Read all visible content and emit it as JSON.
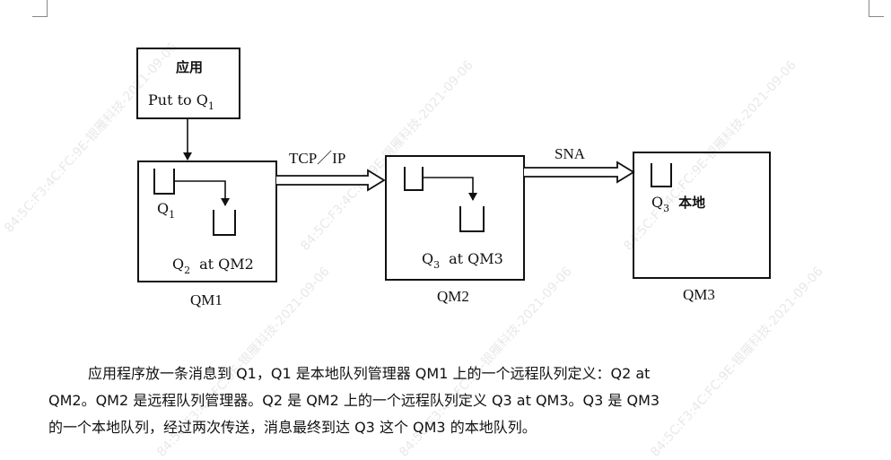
{
  "diagram": {
    "app_box": {
      "title": "应用",
      "put_text": "Put to Q",
      "put_sub": "1"
    },
    "qm1_box": {
      "q1_label": "Q",
      "q1_sub": "1",
      "q2_label_main": "Q",
      "q2_sub": "2",
      "q2_rest": "at QM2",
      "name": "QM1"
    },
    "qm2_box": {
      "q3_label": "Q",
      "q3_sub": "3",
      "q3_rest": "at QM3",
      "name": "QM2"
    },
    "qm3_box": {
      "q3_label": "Q",
      "q3_sub": "3",
      "q3_rest": "本地",
      "name": "QM3"
    },
    "link1_label": "TCP／IP",
    "link2_label": "SNA"
  },
  "watermark": {
    "text": "84:5C:F3:4C:FC:9E-银雁科技-2021-09-06"
  },
  "paragraph": {
    "line1": "应用程序放一条消息到 Q1，Q1 是本地队列管理器 QM1 上的一个远程队列定义：Q2 at",
    "line2": "QM2。QM2 是远程队列管理器。Q2 是 QM2 上的一个远程队列定义 Q3 at QM3。Q3 是 QM3",
    "line3": "的一个本地队列，经过两次传送，消息最终到达 Q3 这个 QM3 的本地队列。"
  }
}
